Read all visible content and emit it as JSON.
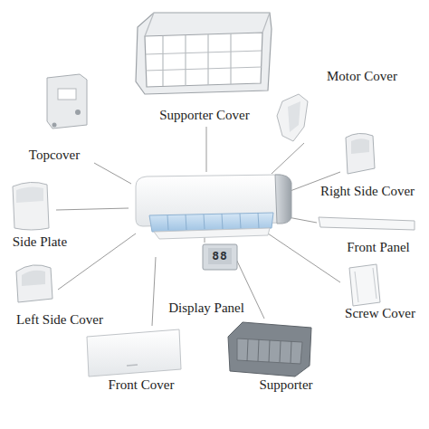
{
  "diagram": {
    "labels": [
      "Supporter Cover",
      "Motor Cover",
      "Topcover",
      "Right Side Cover",
      "Side Plate",
      "Front Panel",
      "Left Side Cover",
      "Display Panel",
      "88",
      "Screw Cover",
      "Front Cover",
      "Supporter"
    ]
  }
}
